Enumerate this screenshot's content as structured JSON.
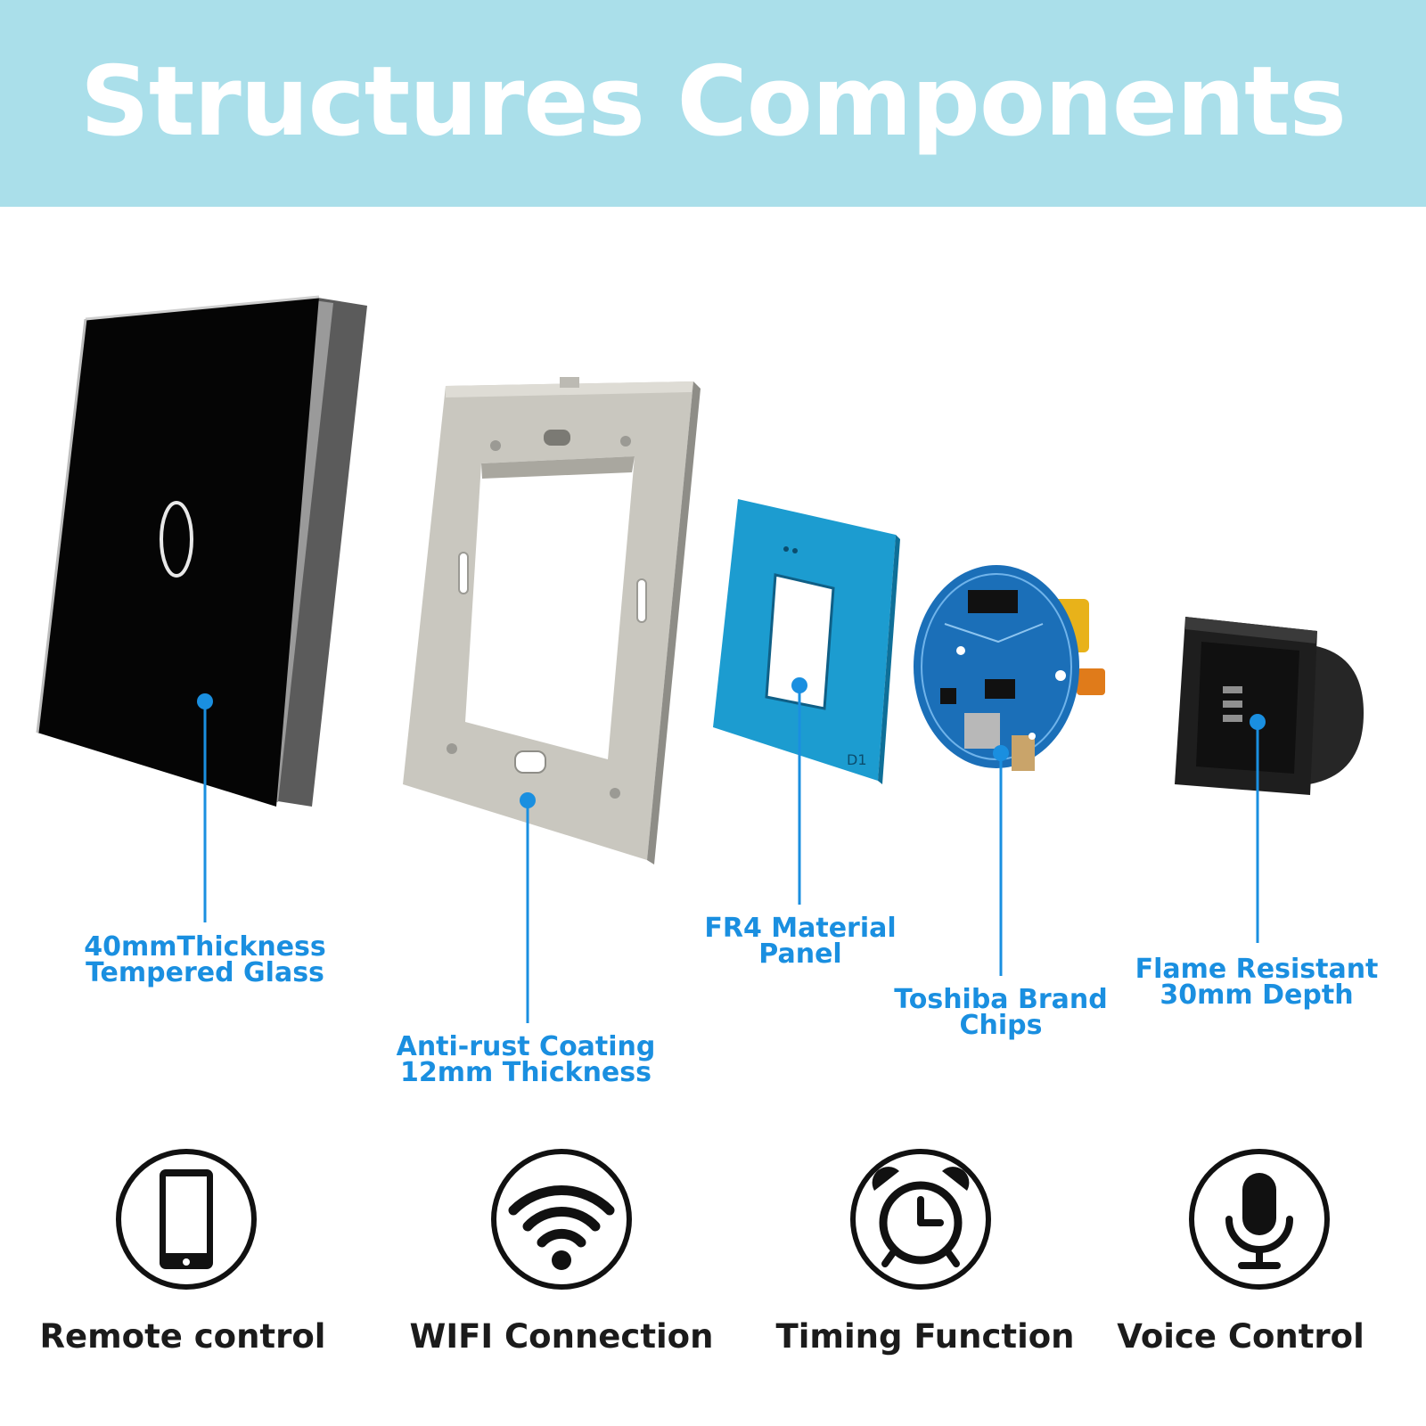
{
  "title": "Structures Components",
  "components": [
    {
      "id": "glass",
      "label": [
        "40mmThickness",
        "Tempered Glass"
      ]
    },
    {
      "id": "frame",
      "label": [
        "Anti-rust Coating",
        "12mm Thickness"
      ]
    },
    {
      "id": "fr4",
      "label": [
        "FR4 Material",
        "Panel"
      ],
      "board_marking": "D1"
    },
    {
      "id": "pcb",
      "label": [
        "Toshiba Brand",
        "Chips"
      ]
    },
    {
      "id": "base",
      "label": [
        "Flame Resistant",
        "30mm Depth"
      ]
    }
  ],
  "features": [
    {
      "label": "Remote control",
      "icon": "smartphone-icon"
    },
    {
      "label": "WIFI Connection",
      "icon": "wifi-icon"
    },
    {
      "label": "Timing Function",
      "icon": "alarm-clock-icon"
    },
    {
      "label": "Voice Control",
      "icon": "microphone-icon"
    }
  ],
  "colors": {
    "banner": "#aadfea",
    "callout": "#1a8fe0",
    "text": "#1b1b1b"
  }
}
